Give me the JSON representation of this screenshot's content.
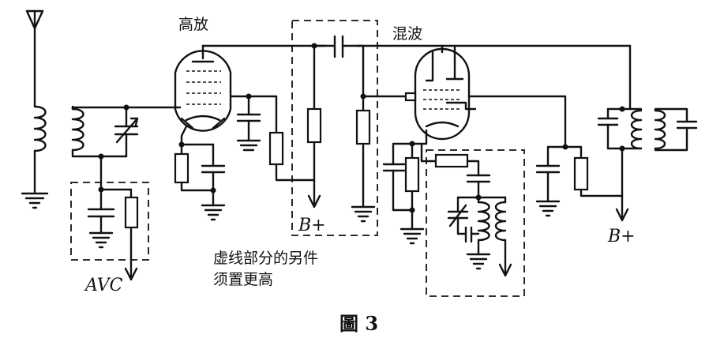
{
  "labels": {
    "rf_amp": "高放",
    "mixer": "混波",
    "bplus_1": "B+",
    "bplus_2": "B+",
    "avc": "AVC",
    "note_line1": "虚线部分的另件",
    "note_line2": "须置更高",
    "caption": "圖 3"
  }
}
